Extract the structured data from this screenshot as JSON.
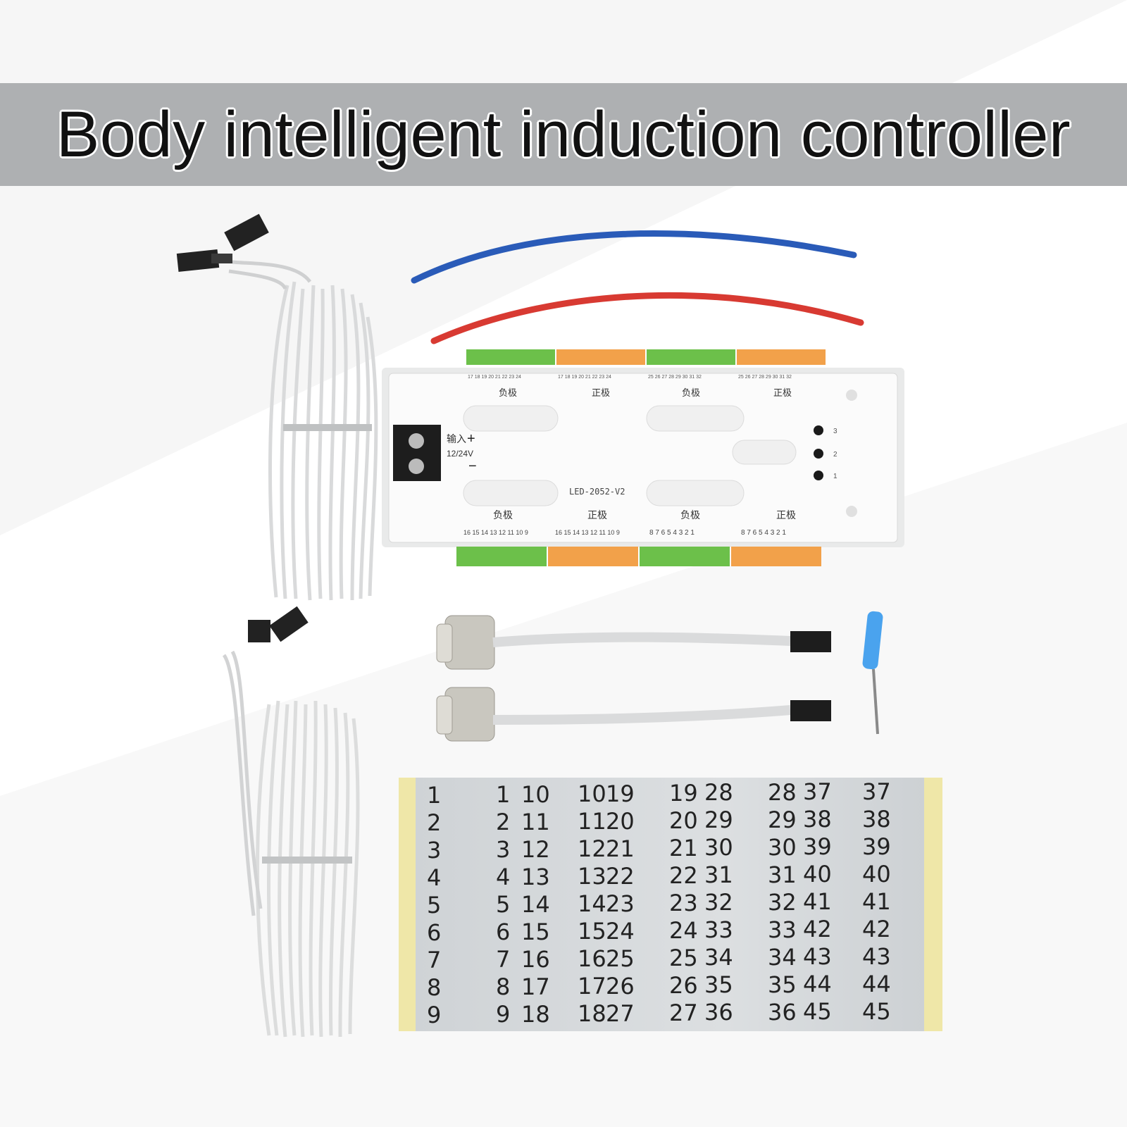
{
  "banner": {
    "title": "Body intelligent induction controller"
  },
  "controller": {
    "model": "LED-2052-V2",
    "input_label": "输入",
    "voltage_label": "12/24V",
    "plus": "+",
    "minus": "−",
    "top_groups": [
      "负极",
      "正极",
      "负极",
      "正极"
    ],
    "bottom_groups": [
      "负极",
      "正极",
      "负极",
      "正极"
    ],
    "bottom_numbers": [
      "16 15 14 13 12 11 10 9",
      "16 15 14 13 12 11 10 9",
      "8 7 6 5 4 3 2 1",
      "8 7 6 5 4 3 2 1"
    ],
    "top_numbers": [
      "17 18 19 20 21 22 23 24",
      "17 18 19 20 21 22 23 24",
      "25 26 27 28 29 30 31 32",
      "25 26 27 28 29 30 31 32"
    ],
    "led_numbers": [
      "3",
      "2",
      "1"
    ]
  },
  "labels": {
    "columns": [
      [
        "1",
        "2",
        "3",
        "4",
        "5",
        "6",
        "7",
        "8",
        "9"
      ],
      [
        "1",
        "2",
        "3",
        "4",
        "5",
        "6",
        "7",
        "8",
        "9"
      ],
      [
        "10",
        "11",
        "12",
        "13",
        "14",
        "15",
        "16",
        "17",
        "18"
      ],
      [
        "10",
        "11",
        "12",
        "13",
        "14",
        "15",
        "16",
        "17",
        "18"
      ],
      [
        "19",
        "20",
        "21",
        "22",
        "23",
        "24",
        "25",
        "26",
        "27"
      ],
      [
        "19",
        "20",
        "21",
        "22",
        "23",
        "24",
        "25",
        "26",
        "27"
      ],
      [
        "28",
        "29",
        "30",
        "31",
        "32",
        "33",
        "34",
        "35",
        "36"
      ],
      [
        "28",
        "29",
        "30",
        "31",
        "32",
        "33",
        "34",
        "35",
        "36"
      ],
      [
        "37",
        "38",
        "39",
        "40",
        "41",
        "42",
        "43",
        "44",
        "45"
      ],
      [
        "37",
        "38",
        "39",
        "40",
        "41",
        "42",
        "43",
        "44",
        "45"
      ]
    ]
  },
  "colors": {
    "terminal_green": "#6cc04a",
    "terminal_orange": "#f2a14a",
    "wire_blue": "#2a5bb8",
    "wire_red": "#d83a32",
    "screwdriver": "#4aa3ee"
  }
}
